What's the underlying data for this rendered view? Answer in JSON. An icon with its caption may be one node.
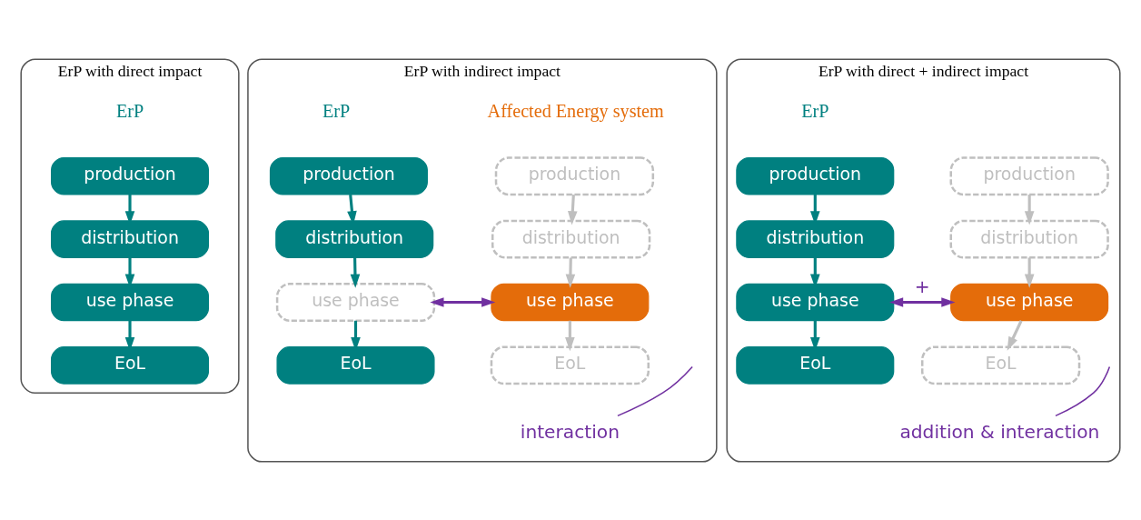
{
  "diagram": {
    "nodes": [
      {
        "text": [
          "ErP with direct impact",
          "ErP"
        ]
      },
      {
        "text": [
          "production"
        ],
        "in": 0
      },
      {
        "text": [
          "distribution"
        ],
        "in": 0
      },
      {
        "text": [
          "use phase"
        ],
        "in": 0
      },
      {
        "text": [
          "EoL"
        ],
        "in": 0
      },
      {
        "text": [
          "ErP with indirect impact",
          "ErP",
          "Affected Energy system"
        ]
      },
      {
        "text": [
          "production"
        ],
        "in": 5
      },
      {
        "text": [
          "distribution"
        ],
        "in": 5
      },
      {
        "text": [
          "use phase"
        ],
        "in": 5
      },
      {
        "text": [
          "EoL"
        ],
        "in": 5
      },
      {
        "text": [
          "production"
        ],
        "in": 5
      },
      {
        "text": [
          "distribution"
        ],
        "in": 5
      },
      {
        "text": [
          "use phase"
        ],
        "in": 5
      },
      {
        "text": [
          "EoL"
        ],
        "in": 5
      },
      {
        "text": [
          "interaction"
        ],
        "in": 5
      },
      {
        "text": [
          "ErP with direct + indirect impact",
          "ErP"
        ]
      },
      {
        "text": [
          "production"
        ],
        "in": 15
      },
      {
        "text": [
          "distribution"
        ],
        "in": 15
      },
      {
        "text": [
          "use phase"
        ],
        "in": 15
      },
      {
        "text": [
          "EoL"
        ],
        "in": 15
      },
      {
        "text": [
          "production"
        ],
        "in": 15
      },
      {
        "text": [
          "distribution"
        ],
        "in": 15
      },
      {
        "text": [
          "use phase"
        ],
        "in": 15
      },
      {
        "text": [
          "EoL"
        ],
        "in": 15
      },
      {
        "text": [
          "addition & interaction"
        ],
        "in": 15
      }
    ],
    "edges": [
      {
        "from": 1,
        "to": 2,
        "arrow": "to"
      },
      {
        "from": 2,
        "to": 3,
        "arrow": "to"
      },
      {
        "from": 3,
        "to": 4,
        "arrow": "to"
      },
      {
        "from": 6,
        "to": 7,
        "arrow": "to"
      },
      {
        "from": 7,
        "to": 8,
        "arrow": "to"
      },
      {
        "from": 8,
        "to": 9,
        "arrow": "to"
      },
      {
        "from": 10,
        "to": 11,
        "arrow": "to",
        "color": "#bfbfbf"
      },
      {
        "from": 11,
        "to": 12,
        "arrow": "to",
        "color": "#bfbfbf"
      },
      {
        "from": 12,
        "to": 13,
        "arrow": "to",
        "color": "#bfbfbf"
      },
      {
        "from": 8,
        "to": 12,
        "arrow": "both",
        "color": "#7030a0"
      },
      {
        "from": 14,
        "to": null,
        "arrow": "none",
        "color": "#7030a0"
      },
      {
        "from": 16,
        "to": 17,
        "arrow": "to"
      },
      {
        "from": 17,
        "to": 18,
        "arrow": "to"
      },
      {
        "from": 18,
        "to": 19,
        "arrow": "to"
      },
      {
        "from": 20,
        "to": 21,
        "arrow": "to",
        "color": "#bfbfbf"
      },
      {
        "from": 21,
        "to": 22,
        "arrow": "to",
        "color": "#bfbfbf"
      },
      {
        "from": 22,
        "to": 23,
        "arrow": "to",
        "color": "#bfbfbf"
      },
      {
        "from": 18,
        "to": 22,
        "arrow": "both",
        "label": "+",
        "color": "#7030a0"
      },
      {
        "from": 24,
        "to": null,
        "arrow": "none",
        "color": "#7030a0"
      }
    ]
  }
}
